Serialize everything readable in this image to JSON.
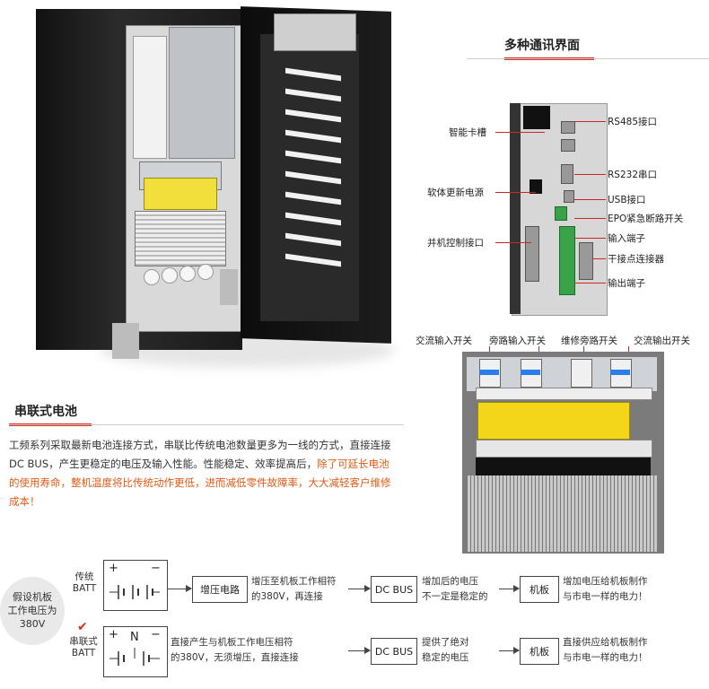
{
  "comm_section": {
    "title": "多种通讯界面",
    "labels_left": [
      "智能卡槽",
      "软体更新电源",
      "并机控制接口"
    ],
    "labels_right": [
      "RS485接口",
      "RS232串口",
      "USB接口",
      "EPO紧急断路开关",
      "输入端子",
      "干接点连接器",
      "输出端子"
    ]
  },
  "switch_section": {
    "labels": [
      "交流输入开关",
      "旁路输入开关",
      "维修旁路开关",
      "交流输出开关"
    ]
  },
  "battery_section": {
    "title": "串联式电池",
    "paragraph_normal": "工频系列采取最新电池连接方式，串联比传统电池数量更多为一线的方式，直接连接DC BUS，产生更稳定的电压及输入性能。性能稳定、效率提高后，",
    "paragraph_highlight": "除了可延长电池的使用寿命，整机温度将比传统动作更低，进而减低零件故障率，大大减轻客户维修成本！",
    "colors": {
      "accent_red": "#d62b1f",
      "highlight_orange": "#e05a14"
    }
  },
  "flow": {
    "ellipse_text": [
      "假设机板",
      "工作电压为",
      "380V"
    ],
    "row1": {
      "label": [
        "传统",
        "BATT"
      ],
      "symbols": [
        "+",
        "−"
      ],
      "step1_box": "增压电路",
      "step1_text": [
        "增压至机板工作相符",
        "的380V，再连接"
      ],
      "step2_box": "DC BUS",
      "step2_text": [
        "增加后的电压",
        "不一定是稳定的"
      ],
      "step3_box": "机板",
      "step3_text": [
        "增加电压给机板制作",
        "与市电一样的电力！"
      ]
    },
    "row2": {
      "check": "✔",
      "label": [
        "串联式",
        "BATT"
      ],
      "symbols": [
        "+",
        "N",
        "−"
      ],
      "step1_text": [
        "直接产生与机板工作电压相符",
        "的380V，无须增压，直接连接"
      ],
      "step2_box": "DC BUS",
      "step2_text": [
        "提供了绝对",
        "稳定的电压"
      ],
      "step3_box": "机板",
      "step3_text": [
        "直接供应给机板制作",
        "与市电一样的电力！"
      ]
    }
  }
}
